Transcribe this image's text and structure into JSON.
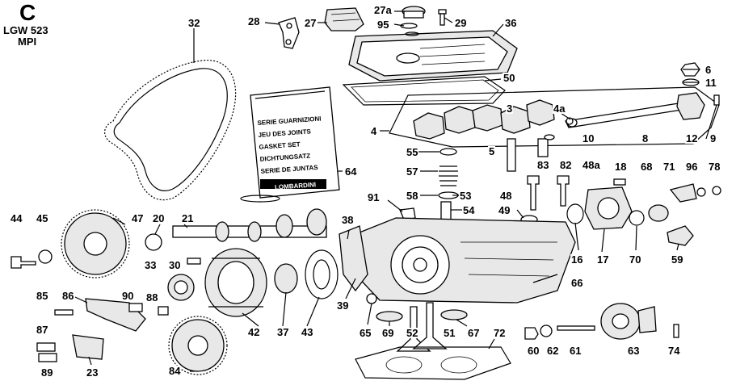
{
  "header": {
    "group": "C",
    "model": "LGW 523",
    "variant": "MPI"
  },
  "gasket_kit": {
    "lines": [
      "SERIE GUARNIZIONI",
      "JEU DES JOINTS",
      "GASKET SET",
      "DICHTUNGSATZ",
      "SERIE DE JUNTAS"
    ],
    "brand": "LOMBARDINI"
  },
  "part_numbers": {
    "p3": "3",
    "p4": "4",
    "p4a": "4a",
    "p5": "5",
    "p6": "6",
    "p8": "8",
    "p9": "9",
    "p10": "10",
    "p11": "11",
    "p12": "12",
    "p16": "16",
    "p17": "17",
    "p18": "18",
    "p20": "20",
    "p21": "21",
    "p23": "23",
    "p27": "27",
    "p27a": "27a",
    "p28": "28",
    "p29": "29",
    "p30": "30",
    "p32": "32",
    "p33": "33",
    "p36": "36",
    "p37": "37",
    "p38": "38",
    "p39": "39",
    "p42": "42",
    "p43": "43",
    "p44": "44",
    "p45": "45",
    "p47": "47",
    "p48": "48",
    "p48a": "48a",
    "p49": "49",
    "p50": "50",
    "p51": "51",
    "p52": "52",
    "p53": "53",
    "p54": "54",
    "p55": "55",
    "p57": "57",
    "p58": "58",
    "p59": "59",
    "p60": "60",
    "p61": "61",
    "p62": "62",
    "p63": "63",
    "p64": "64",
    "p65": "65",
    "p66": "66",
    "p67": "67",
    "p68": "68",
    "p69": "69",
    "p70": "70",
    "p71": "71",
    "p72": "72",
    "p74": "74",
    "p78": "78",
    "p82": "82",
    "p83": "83",
    "p84": "84",
    "p85": "85",
    "p86": "86",
    "p87": "87",
    "p88": "88",
    "p89": "89",
    "p90": "90",
    "p91": "91",
    "p95": "95",
    "p96": "96"
  }
}
